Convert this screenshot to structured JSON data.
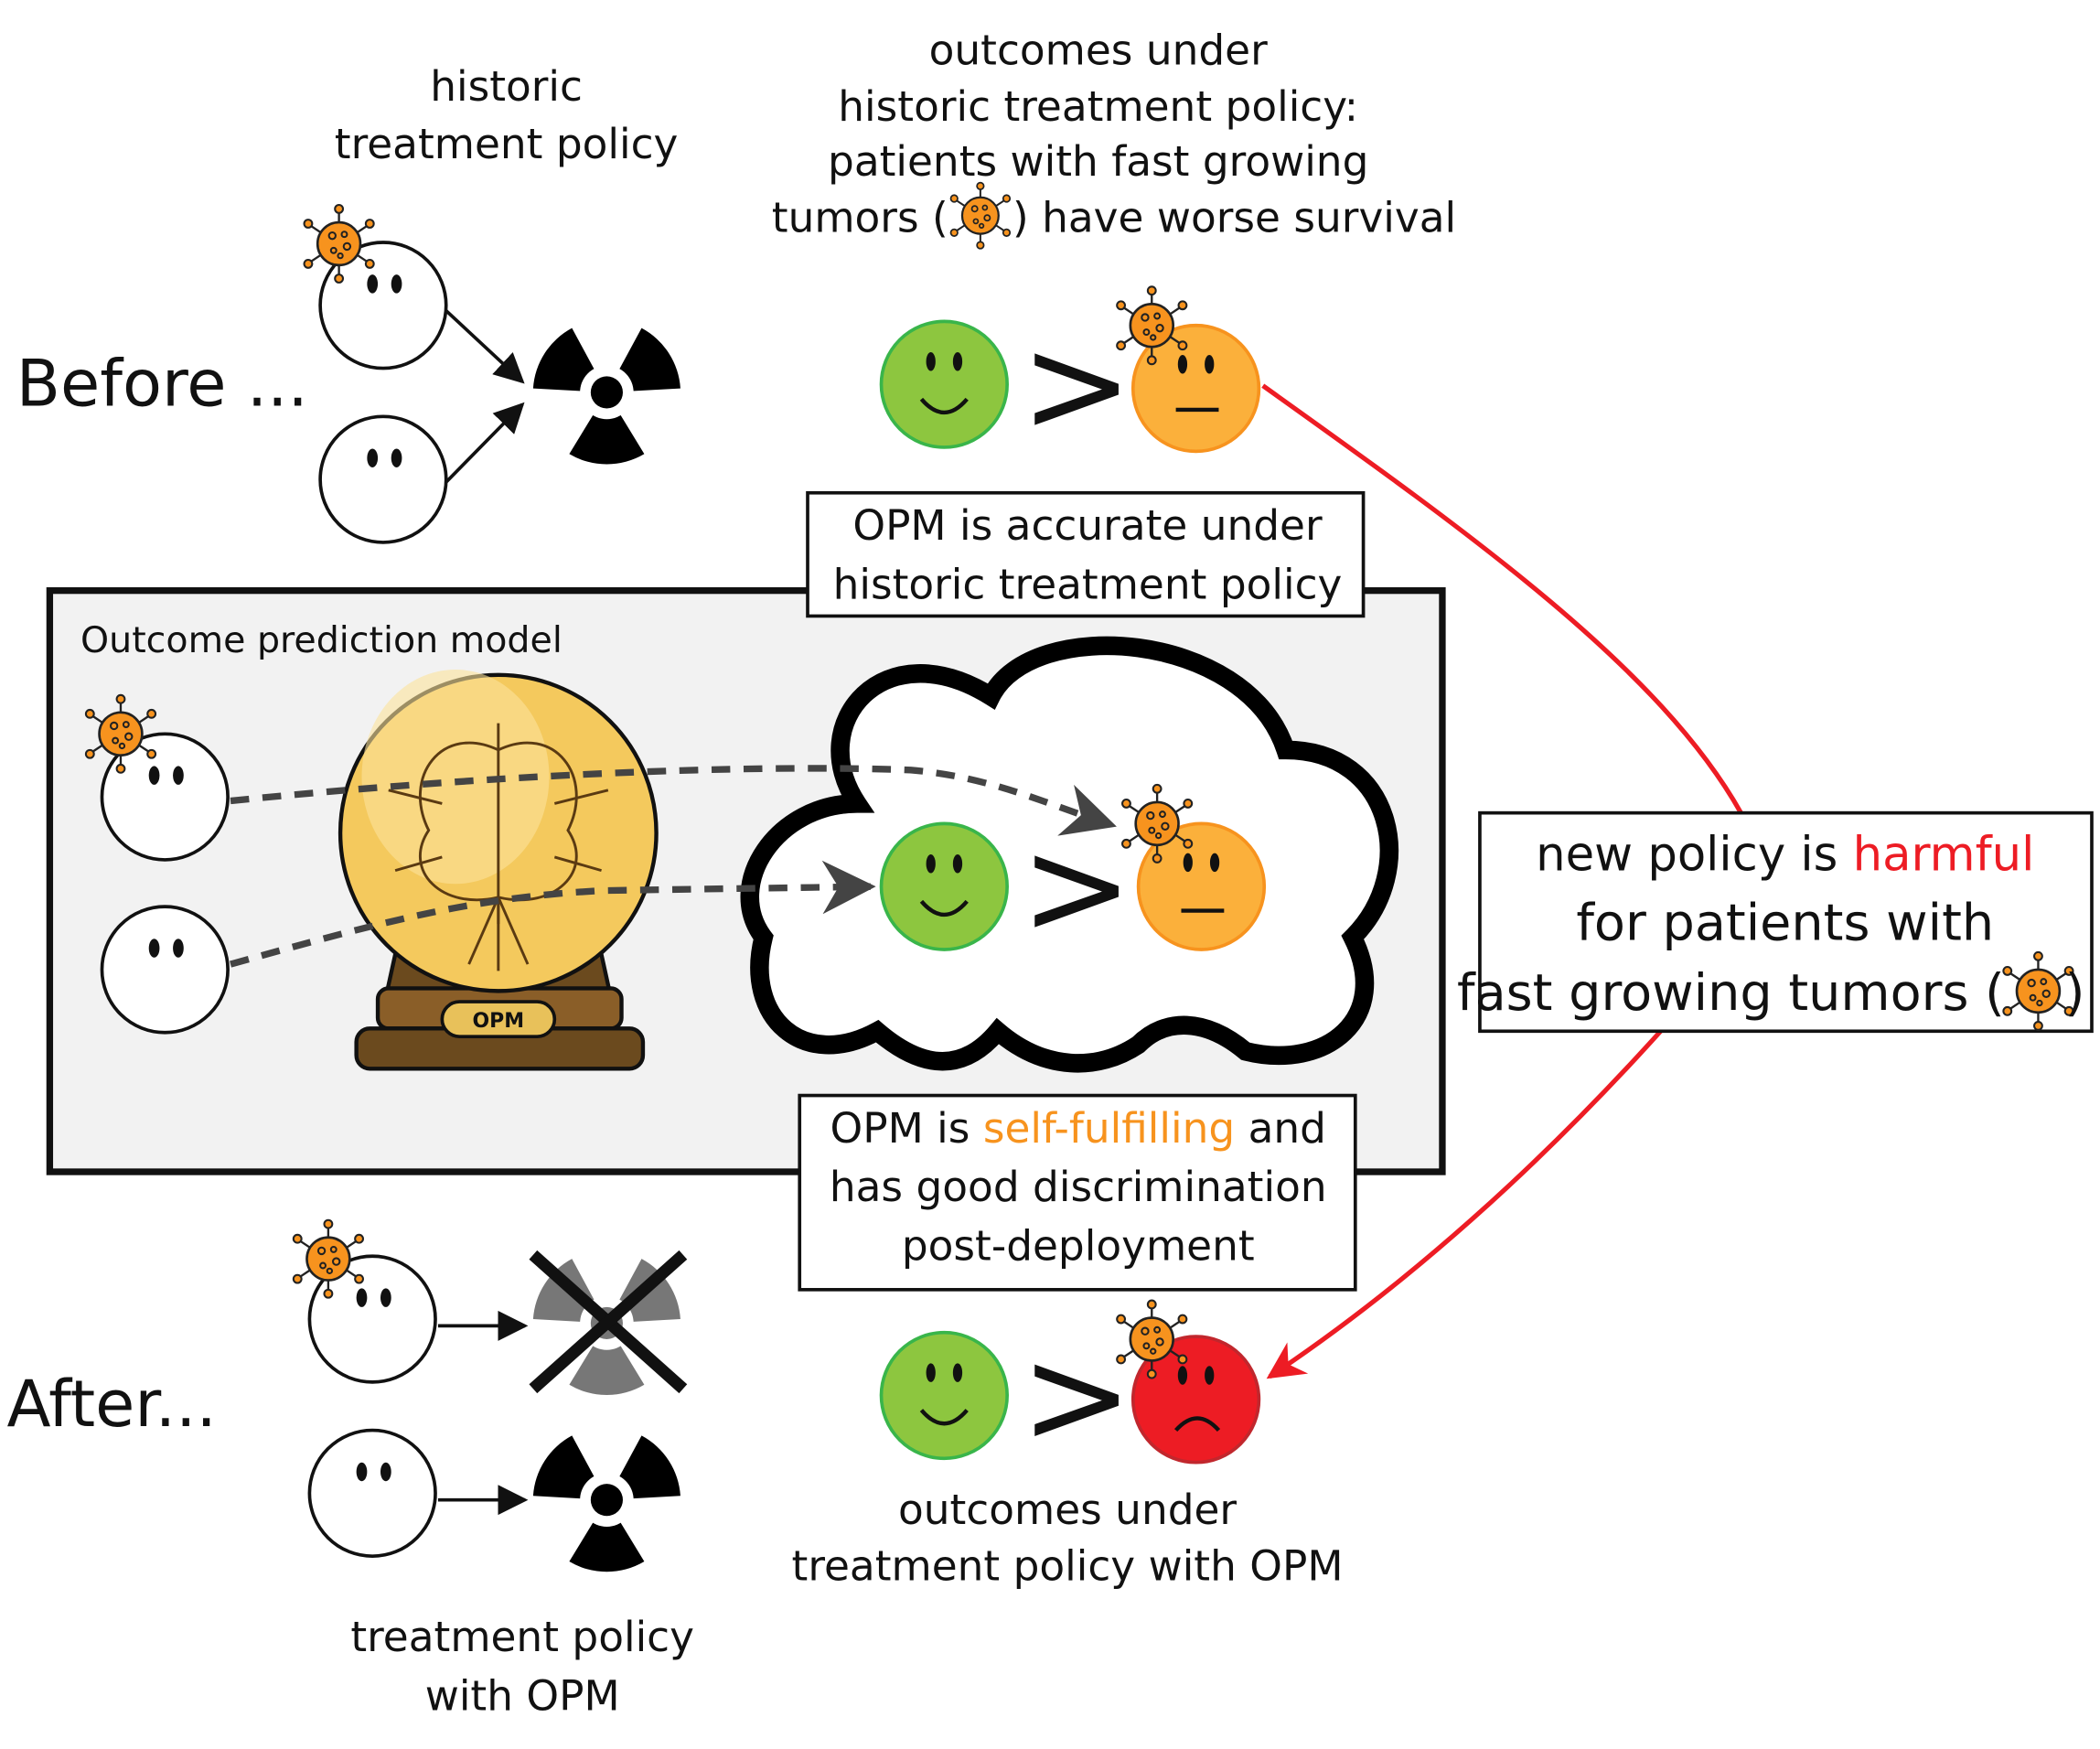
{
  "before_label": "Before ...",
  "after_label": "After...",
  "historic_policy_title": [
    "historic",
    "treatment policy"
  ],
  "historic_outcomes_title": [
    "outcomes under",
    "historic treatment policy:",
    "patients with fast growing",
    "tumors (",
    ") have worse survival"
  ],
  "accurate_box": [
    "OPM is accurate under",
    "historic treatment policy"
  ],
  "model_panel_title": "Outcome prediction model",
  "crystal_ball_label": "OPM",
  "self_fulfilling_box": {
    "prefix": "OPM is ",
    "highlight": "self-fulfilling",
    "suffix": " and",
    "line2": "has good discrimination",
    "line3": "post-deployment"
  },
  "harm_box": {
    "prefix": "new policy is ",
    "highlight": "harmful",
    "line2": "for patients with",
    "line3a": "fast growing tumors (",
    "line3b": ")"
  },
  "opm_policy_title": [
    "treatment policy",
    "with OPM"
  ],
  "opm_outcomes_title": [
    "outcomes under",
    "treatment policy with OPM"
  ],
  "comparison_symbol": ">",
  "colors": {
    "good_outcome": "#8dc63f",
    "medium_outcome": "#fbb03b",
    "bad_outcome": "#ed1c24",
    "harm_text": "#ed1c24",
    "self_fulfilling_text": "#f7931e",
    "tumor": "#f7931e",
    "panel_bg": "#f2f2f2"
  },
  "icons": [
    "tumor-icon",
    "radiation-icon",
    "crossed-radiation-icon",
    "patient-face-icon",
    "happy-face-icon",
    "neutral-face-icon",
    "sad-face-icon",
    "crystal-ball-icon",
    "cloud-icon"
  ]
}
